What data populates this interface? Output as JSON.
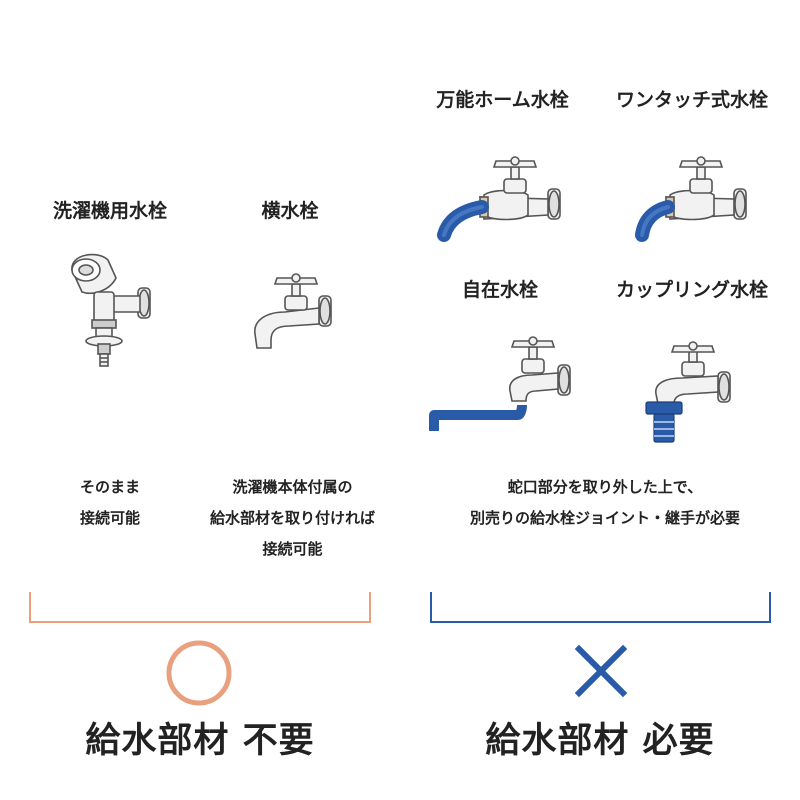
{
  "left_panel": {
    "faucets": [
      {
        "label": "洗濯機用水栓"
      },
      {
        "label": "横水栓"
      }
    ],
    "descriptions": [
      {
        "lines": [
          "そのまま",
          "接続可能"
        ]
      },
      {
        "lines": [
          "洗濯機本体付属の",
          "給水部材を取り付ければ",
          "接続可能"
        ]
      }
    ],
    "result_symbol": "circle",
    "result_label": "給水部材 不要",
    "accent_color": "#e8a07f"
  },
  "right_panel": {
    "faucets": [
      {
        "label": "万能ホーム水栓"
      },
      {
        "label": "ワンタッチ式水栓"
      },
      {
        "label": "自在水栓"
      },
      {
        "label": "カップリング水栓"
      }
    ],
    "description": {
      "lines": [
        "蛇口部分を取り外した上で、",
        "別売りの給水栓ジョイント・継手が必要"
      ]
    },
    "result_symbol": "cross",
    "result_label": "給水部材 必要",
    "accent_color": "#2a5ba8"
  }
}
